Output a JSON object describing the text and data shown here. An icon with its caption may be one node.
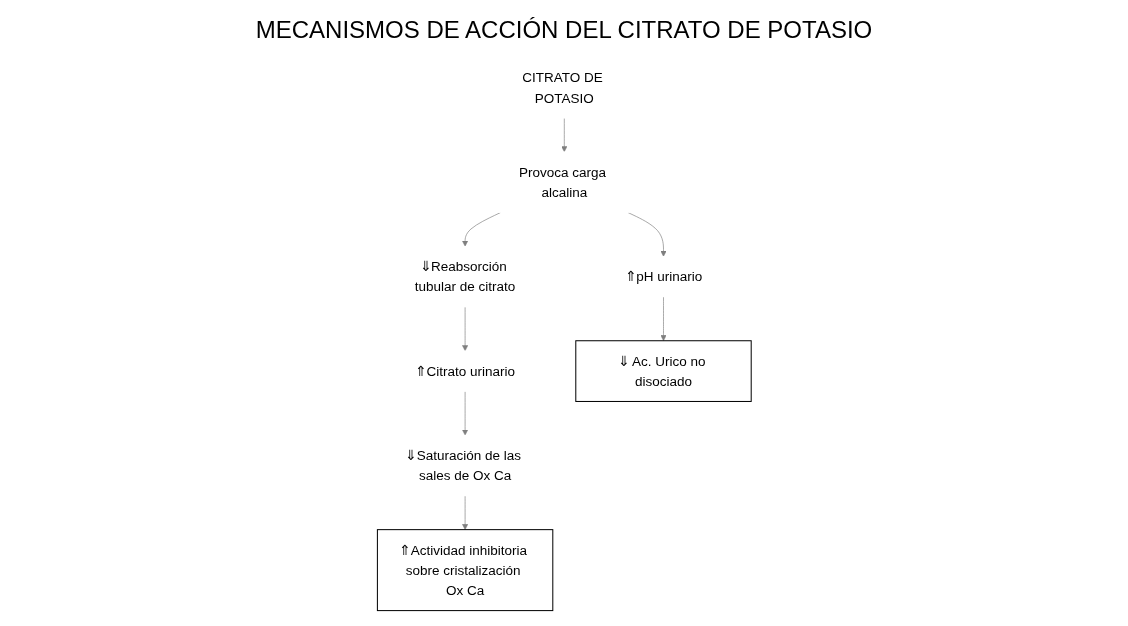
{
  "diagram": {
    "title": "MECANISMOS DE ACCIÓN DEL CITRATO DE POTASIO",
    "nodes": [
      {
        "text": [
          "CITRATO DE POTASIO"
        ]
      },
      {
        "text": [
          "Provoca carga alcalina"
        ]
      },
      {
        "text": [
          "⇓Reabsorción tubular de citrato"
        ]
      },
      {
        "text": [
          "⇑pH urinario"
        ]
      },
      {
        "text": [
          "⇑Citrato urinario"
        ]
      },
      {
        "text": [
          "⇓Saturación de las sales de Ox Ca"
        ]
      },
      {
        "text": [
          "⇓ Ac. Urico no disociado"
        ]
      },
      {
        "text": [
          "⇑Actividad inhibitoria sobre cristalización Ox Ca"
        ]
      }
    ],
    "edges": [
      {
        "from": 0,
        "to": 1,
        "arrow": "to"
      },
      {
        "from": 1,
        "to": 2,
        "arrow": "to"
      },
      {
        "from": 1,
        "to": 3,
        "arrow": "to"
      },
      {
        "from": 3,
        "to": 6,
        "arrow": "to"
      },
      {
        "from": 2,
        "to": 4,
        "arrow": "to"
      },
      {
        "from": 4,
        "to": 5,
        "arrow": "to"
      },
      {
        "from": 5,
        "to": 7,
        "arrow": "to"
      }
    ]
  }
}
